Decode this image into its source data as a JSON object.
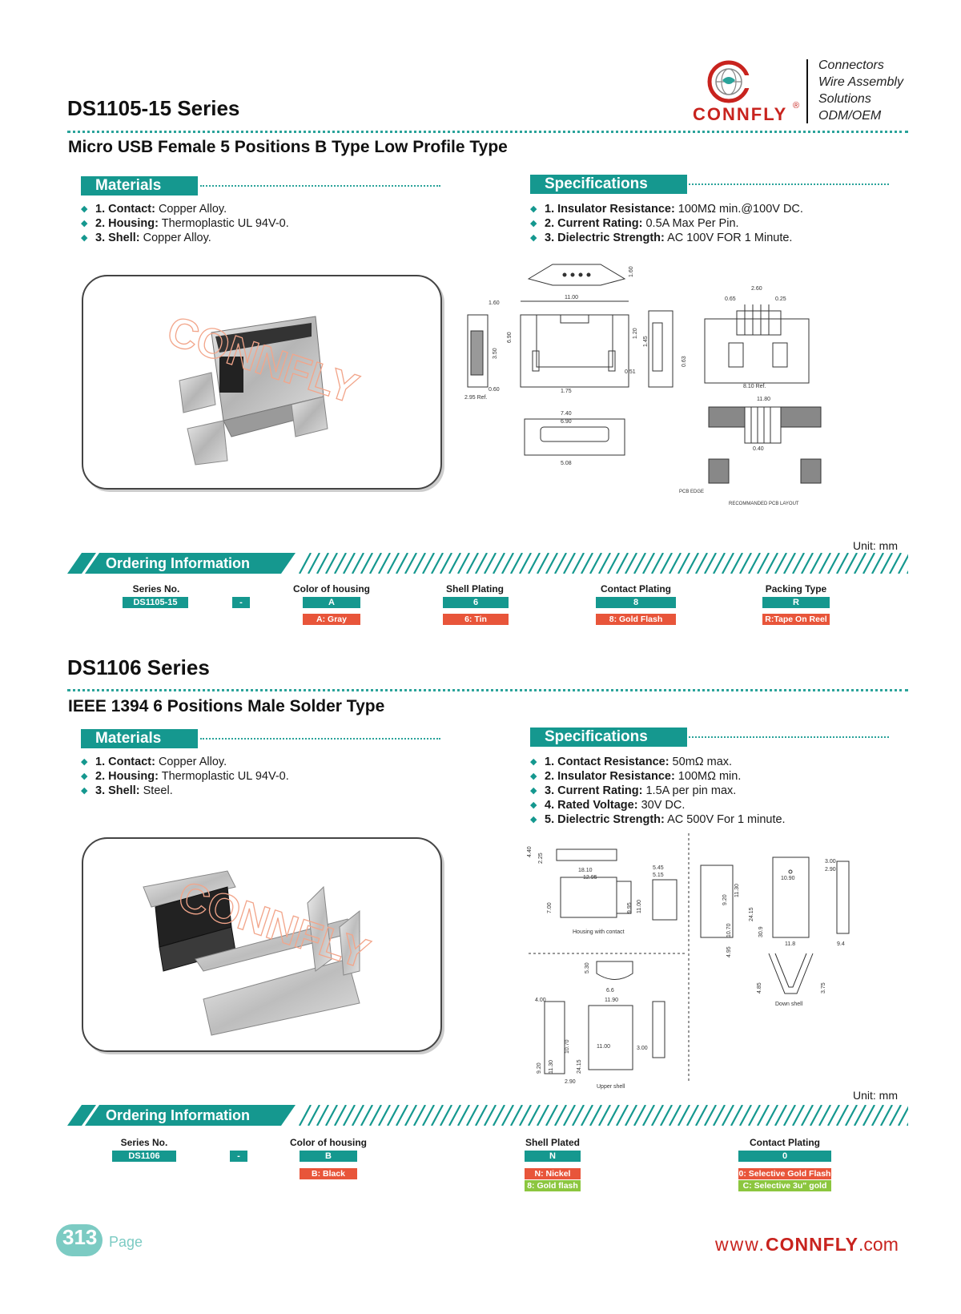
{
  "brand": {
    "logo_text": "CONNFLY",
    "list": [
      "Connectors",
      "Wire Assembly",
      "Solutions",
      "ODM/OEM"
    ],
    "website_prefix": "www.",
    "website_brand": "CONNFLY",
    "website_suffix": ".com"
  },
  "page": {
    "number": "313",
    "label": "Page"
  },
  "section1": {
    "title": "DS1105-15 Series",
    "subtitle": "Micro USB Female 5 Positions B Type Low Profile Type",
    "materials_tab": "Materials",
    "materials": [
      {
        "key": "1. Contact:",
        "val": " Copper Alloy."
      },
      {
        "key": "2. Housing:",
        "val": " Thermoplastic UL 94V-0."
      },
      {
        "key": "3. Shell:",
        "val": " Copper Alloy."
      }
    ],
    "specs_tab": "Specifications",
    "specs": [
      {
        "key": "1. Insulator Resistance:",
        "val": " 100MΩ min.@100V DC."
      },
      {
        "key": "2. Current Rating:",
        "val": " 0.5A Max Per Pin."
      },
      {
        "key": "3. Dielectric Strength:",
        "val": " AC 100V FOR 1 Minute."
      }
    ],
    "drawing_labels": {
      "d1": "11.00",
      "d2": "1.60",
      "d3": "6.90",
      "d4": "3.50",
      "d5": "0.60",
      "d6": "2.95 Ref.",
      "d7": "1.75",
      "d8": "1.20",
      "d9": "1.45",
      "d10": "0.51",
      "d11": "0.63",
      "d12": "2.60",
      "d13": "0.65",
      "d14": "0.25",
      "d15": "8.10 Ref.",
      "d16": "7.40",
      "d17": "6.90",
      "d18": "5.08",
      "d19": "11.80",
      "d20": "PCB EDGE",
      "d21": "RECOMMANDED PCB LAYOUT",
      "d22": "0.40"
    },
    "unit": "Unit: mm",
    "ordering_tab": "Ordering Information",
    "ordering": {
      "series_h": "Series No.",
      "series_v": "DS1105-15",
      "dash": "-",
      "color_h": "Color of housing",
      "color_v": "A",
      "color_o": "A: Gray",
      "shell_h": "Shell Plating",
      "shell_v": "6",
      "shell_o": "6: Tin",
      "contact_h": "Contact Plating",
      "contact_v": "8",
      "contact_o": "8: Gold Flash",
      "pack_h": "Packing Type",
      "pack_v": "R",
      "pack_o": "R:Tape On Reel"
    }
  },
  "section2": {
    "title": "DS1106 Series",
    "subtitle": "IEEE 1394 6 Positions Male Solder Type",
    "materials_tab": "Materials",
    "materials": [
      {
        "key": "1. Contact:",
        "val": " Copper Alloy."
      },
      {
        "key": "2. Housing:",
        "val": " Thermoplastic UL 94V-0."
      },
      {
        "key": "3. Shell:",
        "val": " Steel."
      }
    ],
    "specs_tab": "Specifications",
    "specs": [
      {
        "key": "1. Contact Resistance:",
        "val": " 50mΩ max."
      },
      {
        "key": "2. Insulator Resistance:",
        "val": " 100MΩ min."
      },
      {
        "key": "3. Current Rating:",
        "val": " 1.5A per pin max."
      },
      {
        "key": "4. Rated Voltage:",
        "val": " 30V DC."
      },
      {
        "key": "5. Dielectric Strength:",
        "val": " AC 500V For 1 minute."
      }
    ],
    "drawing_labels": {
      "d1": "4.40",
      "d2": "2.25",
      "d3": "18.10",
      "d4": "12.95",
      "d5": "7.00",
      "d6": "9.95",
      "d7": "11.00",
      "d8": "5.45",
      "d9": "5.15",
      "d10": "Housing with contact",
      "d11": "5.30",
      "d12": "6.6",
      "d13": "4.00",
      "d14": "11.90",
      "d15": "10.70",
      "d16": "24.15",
      "d17": "9.20",
      "d18": "11.30",
      "d19": "2.90",
      "d20": "3.00",
      "d21": "Upper shell",
      "d22": "30.9",
      "d23": "10.90",
      "d24": "11.8",
      "d25": "9.4",
      "d26": "4.85",
      "d27": "3.75",
      "d28": "Down shell",
      "d29": "4.95"
    },
    "unit": "Unit: mm",
    "ordering_tab": "Ordering Information",
    "ordering": {
      "series_h": "Series No.",
      "series_v": "DS1106",
      "dash": "-",
      "color_h": "Color of housing",
      "color_v": "B",
      "color_o": "B: Black",
      "shell_h": "Shell Plated",
      "shell_v": "N",
      "shell_o1": "N: Nickel",
      "shell_o2": "8: Gold flash",
      "contact_h": "Contact Plating",
      "contact_v": "0",
      "contact_o1": "0: Selective Gold Flash",
      "contact_o2": "C: Selective 3u\" gold"
    }
  },
  "colors": {
    "teal": "#15988f",
    "orange": "#e8553a",
    "green": "#8cc63f",
    "logo_red": "#c8231e"
  }
}
